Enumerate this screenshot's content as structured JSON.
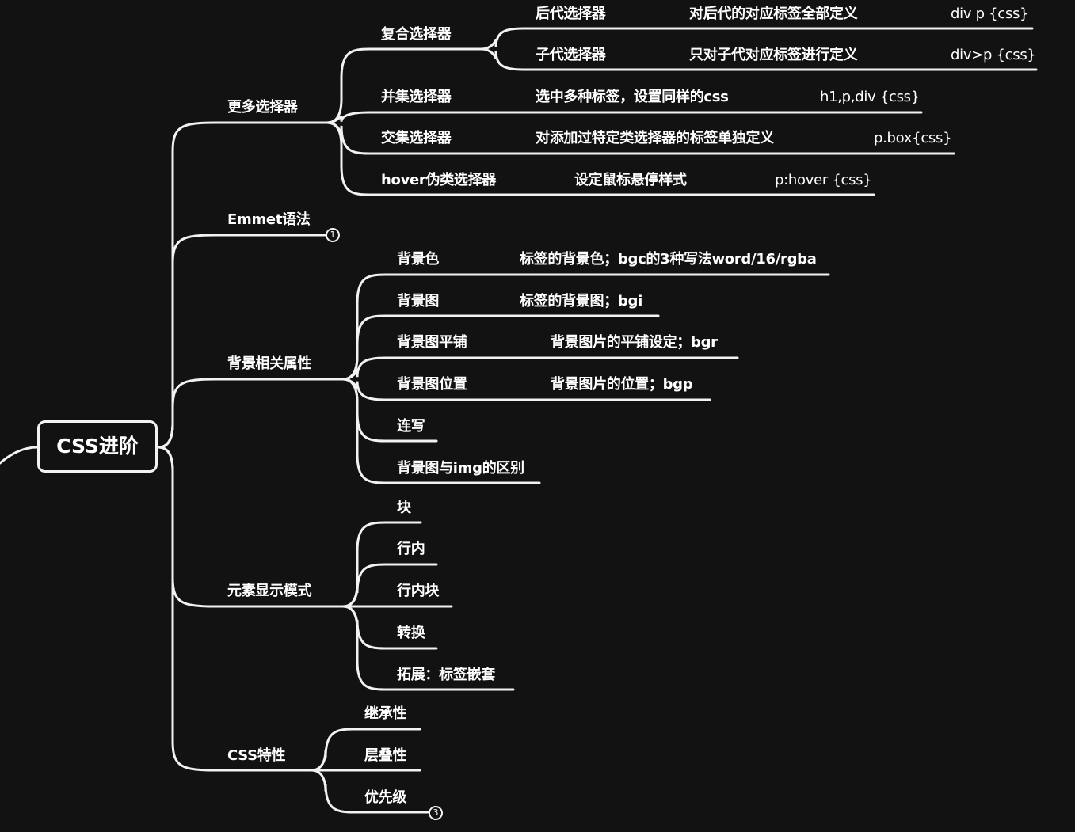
{
  "root": {
    "label": "CSS进阶"
  },
  "branches": [
    {
      "label": "更多选择器",
      "children": [
        {
          "label": "复合选择器",
          "children": [
            {
              "label": "后代选择器",
              "desc": "对后代的对应标签全部定义",
              "code": "div p {css}"
            },
            {
              "label": "子代选择器",
              "desc": "只对子代对应标签进行定义",
              "code": "div>p {css}"
            }
          ]
        },
        {
          "label": "并集选择器",
          "desc": "选中多种标签，设置同样的css",
          "code": "h1,p,div {css}"
        },
        {
          "label": "交集选择器",
          "desc": "对添加过特定类选择器的标签单独定义",
          "code": "p.box{css}"
        },
        {
          "label": "hover伪类选择器",
          "desc": "设定鼠标悬停样式",
          "code": "p:hover {css}"
        }
      ]
    },
    {
      "label": "Emmet语法",
      "collapsed_count": "1"
    },
    {
      "label": "背景相关属性",
      "children": [
        {
          "label": "背景色",
          "desc": "标签的背景色；bgc的3种写法word/16/rgba"
        },
        {
          "label": "背景图",
          "desc": "标签的背景图；bgi"
        },
        {
          "label": "背景图平铺",
          "desc": "背景图片的平铺设定；bgr"
        },
        {
          "label": "背景图位置",
          "desc": "背景图片的位置；bgp"
        },
        {
          "label": "连写"
        },
        {
          "label": "背景图与img的区别"
        }
      ]
    },
    {
      "label": "元素显示模式",
      "children": [
        {
          "label": "块"
        },
        {
          "label": "行内"
        },
        {
          "label": "行内块"
        },
        {
          "label": "转换"
        },
        {
          "label": "拓展：标签嵌套"
        }
      ]
    },
    {
      "label": "CSS特性",
      "children": [
        {
          "label": "继承性"
        },
        {
          "label": "层叠性"
        },
        {
          "label": "优先级",
          "collapsed_count": "3"
        }
      ]
    }
  ],
  "colors": {
    "background": "#121212",
    "line": "#f2f2f2",
    "text": "#ffffff"
  }
}
